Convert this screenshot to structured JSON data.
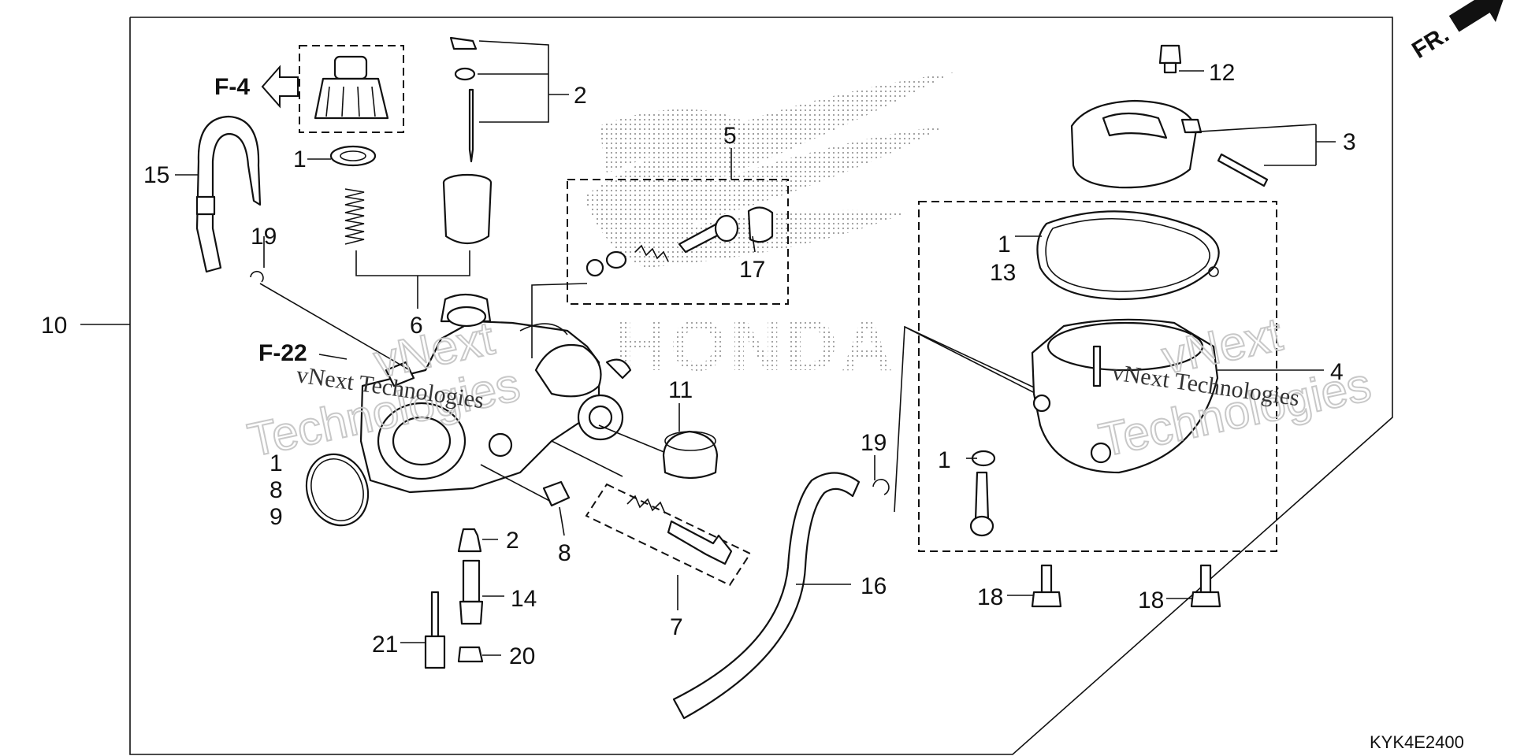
{
  "diagram_code": "KYK4E2400",
  "direction_label": "FR.",
  "references": [
    {
      "id": "ref-f4",
      "text": "F-4"
    },
    {
      "id": "ref-f22",
      "text": "F-22"
    }
  ],
  "callouts": {
    "c1a": "1",
    "c1b": "1",
    "c1c": "1",
    "c1d": "1",
    "c2a": "2",
    "c2b": "2",
    "c3": "3",
    "c4": "4",
    "c5": "5",
    "c6": "6",
    "c7": "7",
    "c8a": "8",
    "c8b": "8",
    "c9": "9",
    "c10": "10",
    "c11": "11",
    "c12": "12",
    "c13": "13",
    "c14": "14",
    "c15": "15",
    "c16": "16",
    "c17": "17",
    "c18a": "18",
    "c18b": "18",
    "c19a": "19",
    "c19b": "19",
    "c20": "20",
    "c21": "21"
  },
  "watermarks": {
    "line1": "vNext",
    "line2": "Technologies",
    "line3": "vNext Technologies"
  },
  "icons": [
    "direction-arrow-icon",
    "reference-arrow-icon",
    "honda-wing-logo"
  ]
}
